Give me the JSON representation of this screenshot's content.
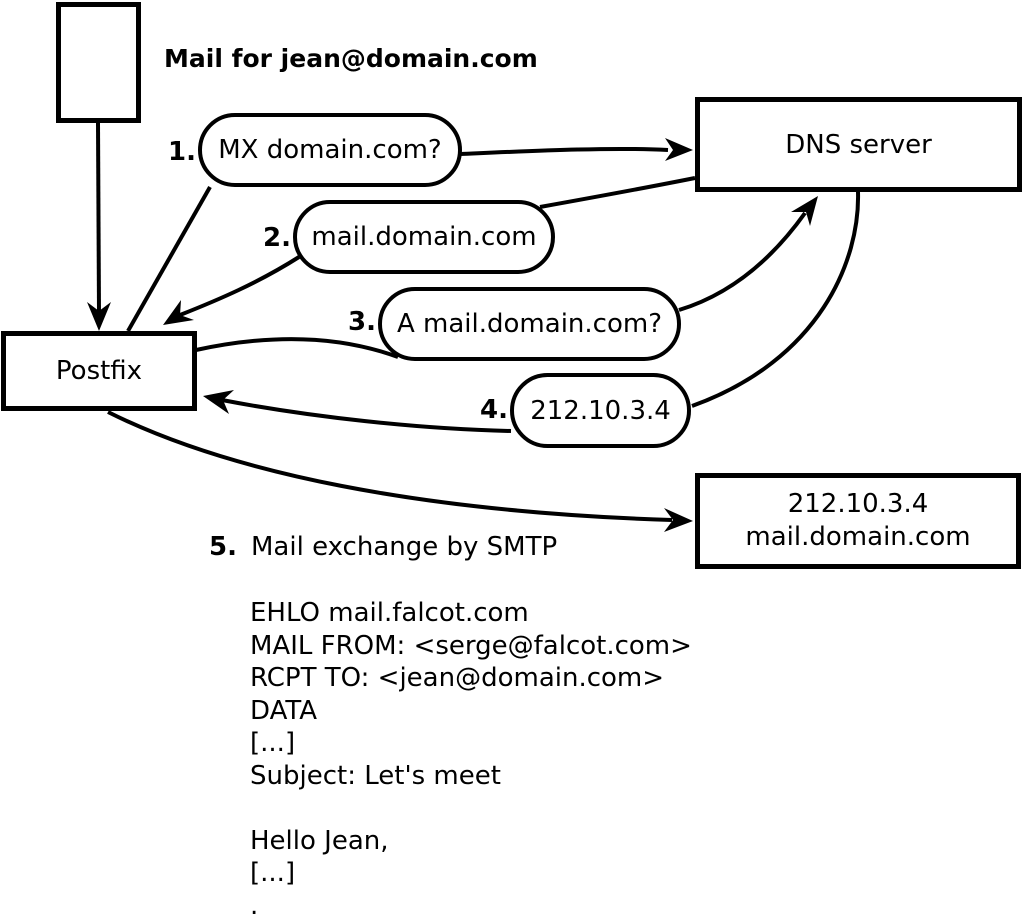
{
  "title": "Mail for jean@domain.com",
  "nodes": {
    "postfix": "Postfix",
    "dns_server": "DNS server",
    "destination_server": "212.10.3.4\nmail.domain.com"
  },
  "steps": [
    {
      "number": "1.",
      "label": "MX domain.com?"
    },
    {
      "number": "2.",
      "label": "mail.domain.com"
    },
    {
      "number": "3.",
      "label": "A mail.domain.com?"
    },
    {
      "number": "4.",
      "label": "212.10.3.4"
    },
    {
      "number": "5.",
      "label": "Mail exchange by SMTP"
    }
  ],
  "smtp_session": {
    "lines": [
      "EHLO mail.falcot.com",
      "MAIL FROM: <serge@falcot.com>",
      "RCPT TO: <jean@domain.com>",
      "DATA",
      "[...]",
      "Subject: Let's meet",
      "",
      "Hello Jean,",
      "[...]",
      "."
    ]
  },
  "colors": {
    "stroke": "#000000",
    "background": "#ffffff"
  }
}
